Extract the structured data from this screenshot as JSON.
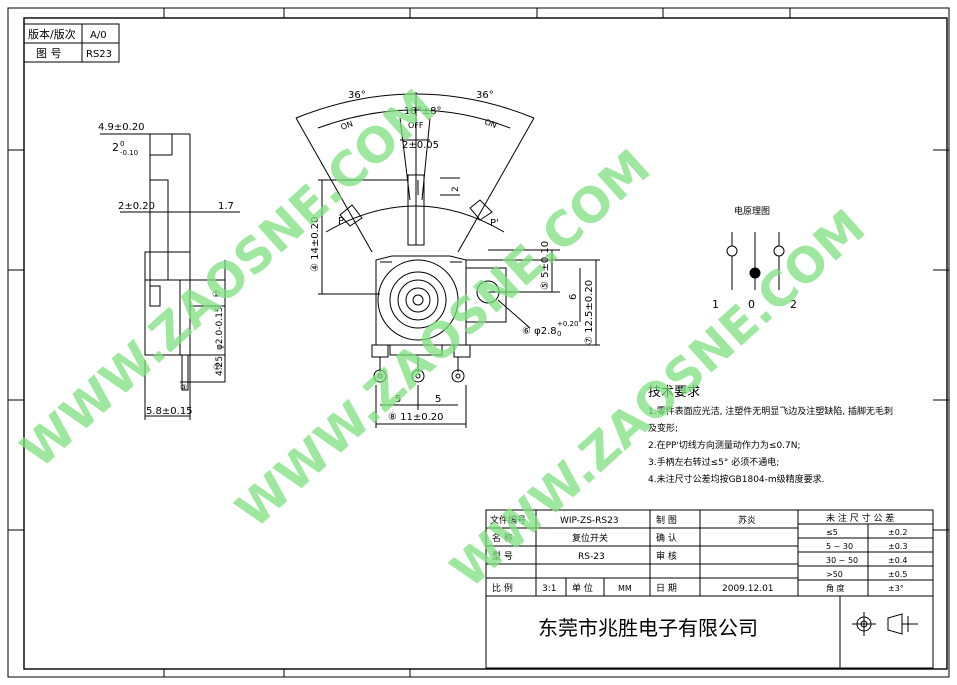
{
  "revision_box": {
    "version_label": "版本/版次",
    "version_value": "A/0",
    "drawing_no_label": "图  号",
    "drawing_no_value": "RS23"
  },
  "side_view": {
    "dim_width_total": "4.9±0.20",
    "dim_tab": "2",
    "dim_tab_tol_top": "0",
    "dim_tab_tol_bottom": "-0.10",
    "dim_body": "2±0.20",
    "dim_gap": "1.7",
    "dim_pin_dia": "φ2.0-0.15",
    "dim_pin_len": "4.25",
    "dim_base": "5.8±0.15",
    "marker_1": "①",
    "marker_2": "②",
    "marker_3": "③"
  },
  "front_view": {
    "angle_left": "36°",
    "angle_right": "36°",
    "angle_center": "18°±8°",
    "zone_left": "ON",
    "zone_center": "OFF",
    "zone_right": "ON",
    "dim_lever_width": "2±0.05",
    "dim_lever_small": "2",
    "label_p": "P",
    "label_p_prime": "P'",
    "dim_height_lever": "④ 14±0.20",
    "dim_hole_offset": "⑤ 5±0.10",
    "dim_six": "6",
    "dim_hole_dia": "⑥ φ2.8",
    "dim_hole_tol": "+0.20",
    "dim_hole_tol2": "0",
    "dim_height_body": "⑦ 12.5±0.20",
    "dim_pitch_left": "5",
    "dim_pitch_right": "5",
    "dim_width_body": "⑧ 11±0.20"
  },
  "schematic": {
    "title": "电原理图",
    "pin_1": "1",
    "pin_0": "0",
    "pin_2": "2"
  },
  "tech_requirements": {
    "title": "技术要求",
    "items": [
      "1.零件表面应光洁, 注塑件无明显飞边及注塑缺陷, 插脚无毛刺",
      "及变形;",
      "2.在PP'切线方向测量动作力为≤0.7N;",
      "3.手柄左右转过≤5° 必须不通电;",
      "4.未注尺寸公差均按GB1804-m级精度要求."
    ]
  },
  "title_block": {
    "file_no_label": "文件编号",
    "file_no_value": "WIP-ZS-RS23",
    "name_label": "名    称",
    "name_value": "复位开关",
    "model_label": "型    号",
    "model_value": "RS-23",
    "scale_label": "比    例",
    "scale_value": "3:1",
    "unit_label": "单  位",
    "unit_value": "MM",
    "draw_label": "制    图",
    "draw_value": "苏炎",
    "confirm_label": "确    认",
    "confirm_value": "",
    "review_label": "审    核",
    "review_value": "",
    "date_label": "日    期",
    "date_value": "2009.12.01",
    "company": "东莞市兆胜电子有限公司"
  },
  "tolerance_table": {
    "header": "未 注 尺 寸 公 差",
    "rows": [
      {
        "range": "≤5",
        "tol": "±0.2"
      },
      {
        "range": "5 ~ 30",
        "tol": "±0.3"
      },
      {
        "range": "30 ~ 50",
        "tol": "±0.4"
      },
      {
        "range": ">50",
        "tol": "±0.5"
      },
      {
        "range": "角    度",
        "tol": "±3°"
      }
    ]
  },
  "watermarks": [
    "WWW.ZAOSNE.COM",
    "WWW.ZAOSNE.COM",
    "WWW.ZAOSNE.COM"
  ],
  "colors": {
    "line": "#000000",
    "watermark": "#7ee07e"
  }
}
